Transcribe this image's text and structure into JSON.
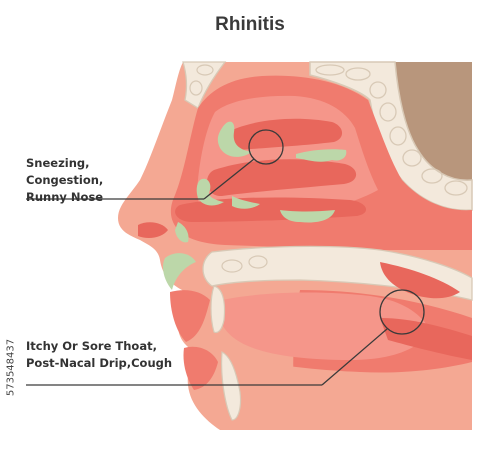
{
  "title": "Rhinitis",
  "labels": {
    "upper": [
      "Sneezing,",
      "Congestion,",
      "Runny Nose"
    ],
    "lower": [
      "Itchy Or Sore Thoat,",
      "Post-Nacal Drip,Cough"
    ]
  },
  "side_id": "573548437",
  "colors": {
    "skin": "#f4a893",
    "tissue": "#f07b6e",
    "tissue_light": "#f5968a",
    "tissue_dark": "#e8675c",
    "mucus": "#bcd7a9",
    "bone": "#f3e9dc",
    "bone_outline": "#d8c9b6",
    "brain": "#b8967c",
    "line": "#3a3a3a"
  }
}
